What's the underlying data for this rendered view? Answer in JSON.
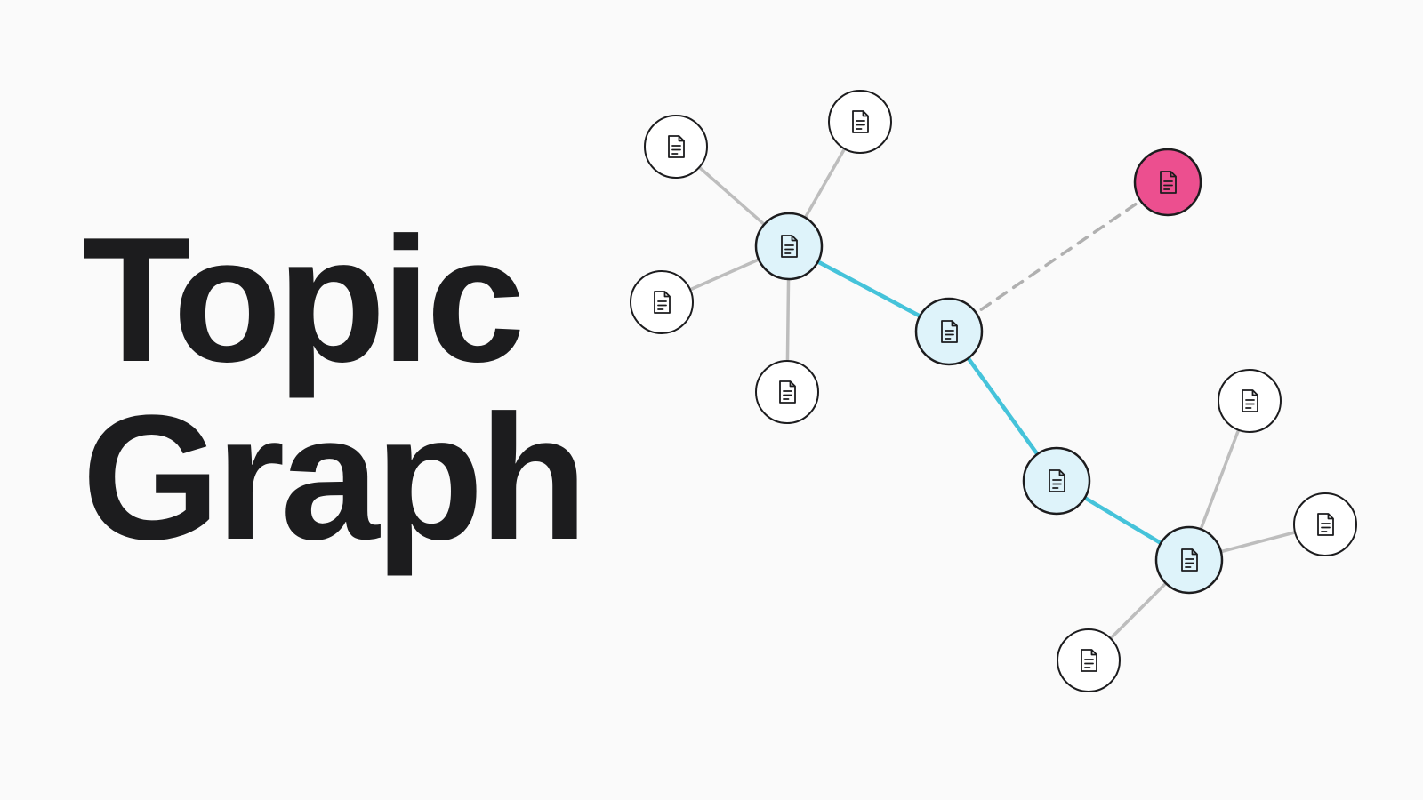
{
  "title": {
    "line1": "Topic",
    "line2": "Graph"
  },
  "colors": {
    "background": "#fafafa",
    "text": "#1c1c1e",
    "path_edge": "#45c3da",
    "edge": "#bdbdbd",
    "dashed_edge": "#b0b0b0",
    "hub_fill": "#def3fa",
    "leaf_fill": "#ffffff",
    "highlight_fill": "#ec4f8f",
    "node_stroke": "#1c1c1e"
  },
  "graph": {
    "node_icon": "document-icon",
    "nodes": [
      {
        "id": "hub-a",
        "role": "hub"
      },
      {
        "id": "hub-b",
        "role": "hub"
      },
      {
        "id": "hub-c",
        "role": "hub"
      },
      {
        "id": "hub-d",
        "role": "hub"
      },
      {
        "id": "leaf-a1",
        "role": "leaf"
      },
      {
        "id": "leaf-a2",
        "role": "leaf"
      },
      {
        "id": "leaf-a3",
        "role": "leaf"
      },
      {
        "id": "leaf-a4",
        "role": "leaf"
      },
      {
        "id": "target",
        "role": "highlight"
      },
      {
        "id": "leaf-d1",
        "role": "leaf"
      },
      {
        "id": "leaf-d2",
        "role": "leaf"
      },
      {
        "id": "leaf-d3",
        "role": "leaf"
      }
    ],
    "edges": [
      {
        "from": "hub-a",
        "to": "leaf-a1",
        "style": "solid"
      },
      {
        "from": "hub-a",
        "to": "leaf-a2",
        "style": "solid"
      },
      {
        "from": "hub-a",
        "to": "leaf-a3",
        "style": "solid"
      },
      {
        "from": "hub-a",
        "to": "leaf-a4",
        "style": "solid"
      },
      {
        "from": "hub-a",
        "to": "hub-b",
        "style": "path"
      },
      {
        "from": "hub-b",
        "to": "hub-c",
        "style": "path"
      },
      {
        "from": "hub-c",
        "to": "hub-d",
        "style": "path"
      },
      {
        "from": "hub-b",
        "to": "target",
        "style": "dashed"
      },
      {
        "from": "hub-d",
        "to": "leaf-d1",
        "style": "solid"
      },
      {
        "from": "hub-d",
        "to": "leaf-d2",
        "style": "solid"
      },
      {
        "from": "hub-d",
        "to": "leaf-d3",
        "style": "solid"
      }
    ]
  }
}
